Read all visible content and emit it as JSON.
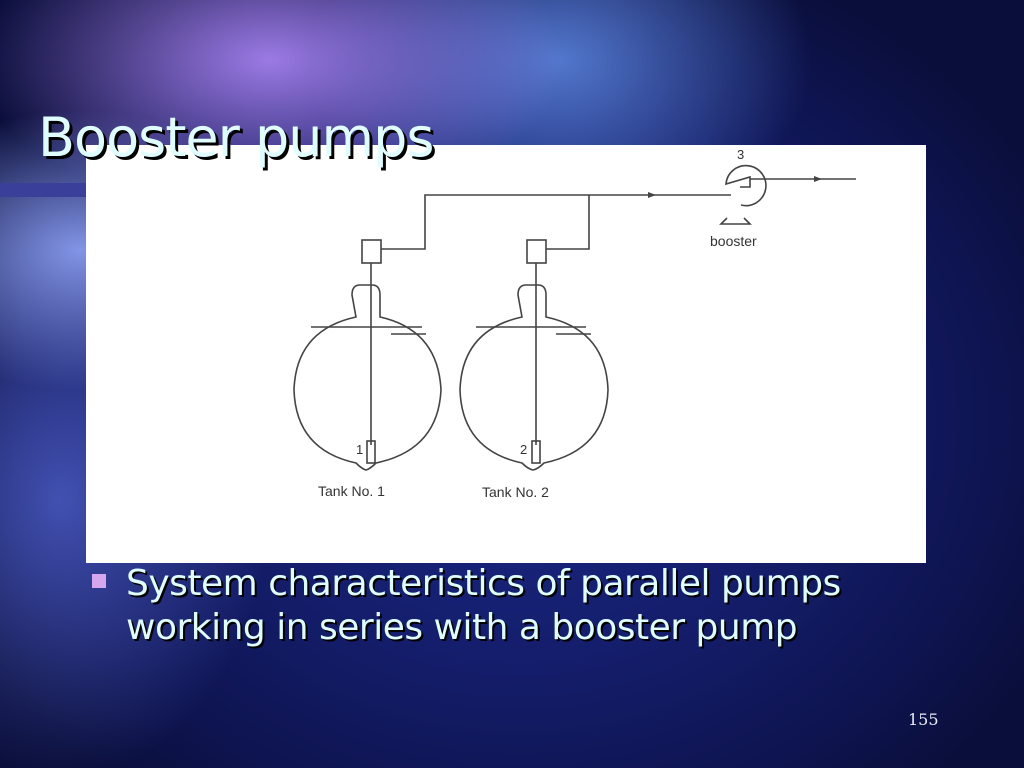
{
  "slide": {
    "title": "Booster pumps",
    "bullets": [
      "System characteristics of parallel pumps working in series with a booster pump"
    ],
    "page_number": "155",
    "colors": {
      "title_text": "#dffcff",
      "bullet_marker": "#d6a6ee",
      "background_dark": "#0e1450",
      "figure_background": "#ffffff"
    }
  },
  "figure": {
    "pump_labels": {
      "tank1_pump": "1",
      "tank2_pump": "2",
      "booster_pump": "3"
    },
    "booster_label": "booster",
    "tank1_label": "Tank No. 1",
    "tank2_label": "Tank No. 2"
  }
}
